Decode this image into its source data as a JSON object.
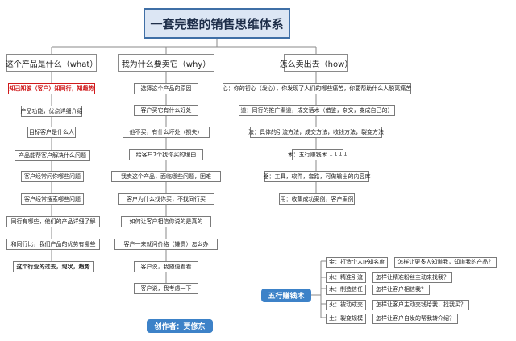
{
  "title": "一套完整的销售思维体系",
  "sections": [
    {
      "label": "这个产品是什么（what）",
      "items": [
        "知己知彼（客户）知同行，知趋势",
        "产品功能，优点详细介绍",
        "目标客户是什么人",
        "产品能帮客户解决什么问题",
        "客户经常问你哪些问题",
        "客户经常搜索哪些问题",
        "同行有哪些，他们的产品详细了解",
        "和同行比，我们产品的优势有哪些",
        "这个行业的过去，现状，趋势"
      ]
    },
    {
      "label": "我为什么要卖它（why）",
      "items": [
        "选择这个产品的原因",
        "客户买它有什么好处",
        "他不买，有什么坏处（损失）",
        "给客户7个找你买的理由",
        "我卖这个产品，面临哪些问题，困难",
        "客户为什么找你买，不找同行买",
        "如何让客户相信你说的是真的",
        "客户一来就问价格（嫌贵）怎么办",
        "客户说，我随便看看",
        "客户说，我考虑一下"
      ]
    },
    {
      "label": "怎么卖出去（how）",
      "items": [
        "心：你的初心（发心），你发现了人们的哪些痛苦，你要帮助什么人脱离痛苦",
        "道：同行的推广渠道，成交话术（借鉴，杂交，变成自己的）",
        "法：具体的引流方法，成交方法，收钱方法，裂变方法",
        "术：五行赚钱术 ↓↓↓↓",
        "器：工具，软件，套路，可做输出的内容库",
        "用：收集成功案例，客户案例"
      ]
    }
  ],
  "wuxing": {
    "label": "五行赚钱术",
    "items": [
      {
        "key": "金：打造个人IP知名度",
        "question": "怎样让更多人知道我，知道我的产品？"
      },
      {
        "key": "水：精准引流",
        "question": "怎样让精准粉丝主动来找我？"
      },
      {
        "key": "木：制造信任",
        "question": "怎样让客户相信我？"
      },
      {
        "key": "火：被动成交",
        "question": "怎样让客户主动交钱给我，找我买？"
      },
      {
        "key": "土：裂变规模",
        "question": "怎样让客户自发的帮我转介绍？"
      }
    ]
  },
  "author": "创作者：贾修东",
  "colors": {
    "accent": "#3d82c8",
    "title_bg": "#dce6f4",
    "title_border": "#3f6fa6",
    "highlight": "#d0191b"
  }
}
